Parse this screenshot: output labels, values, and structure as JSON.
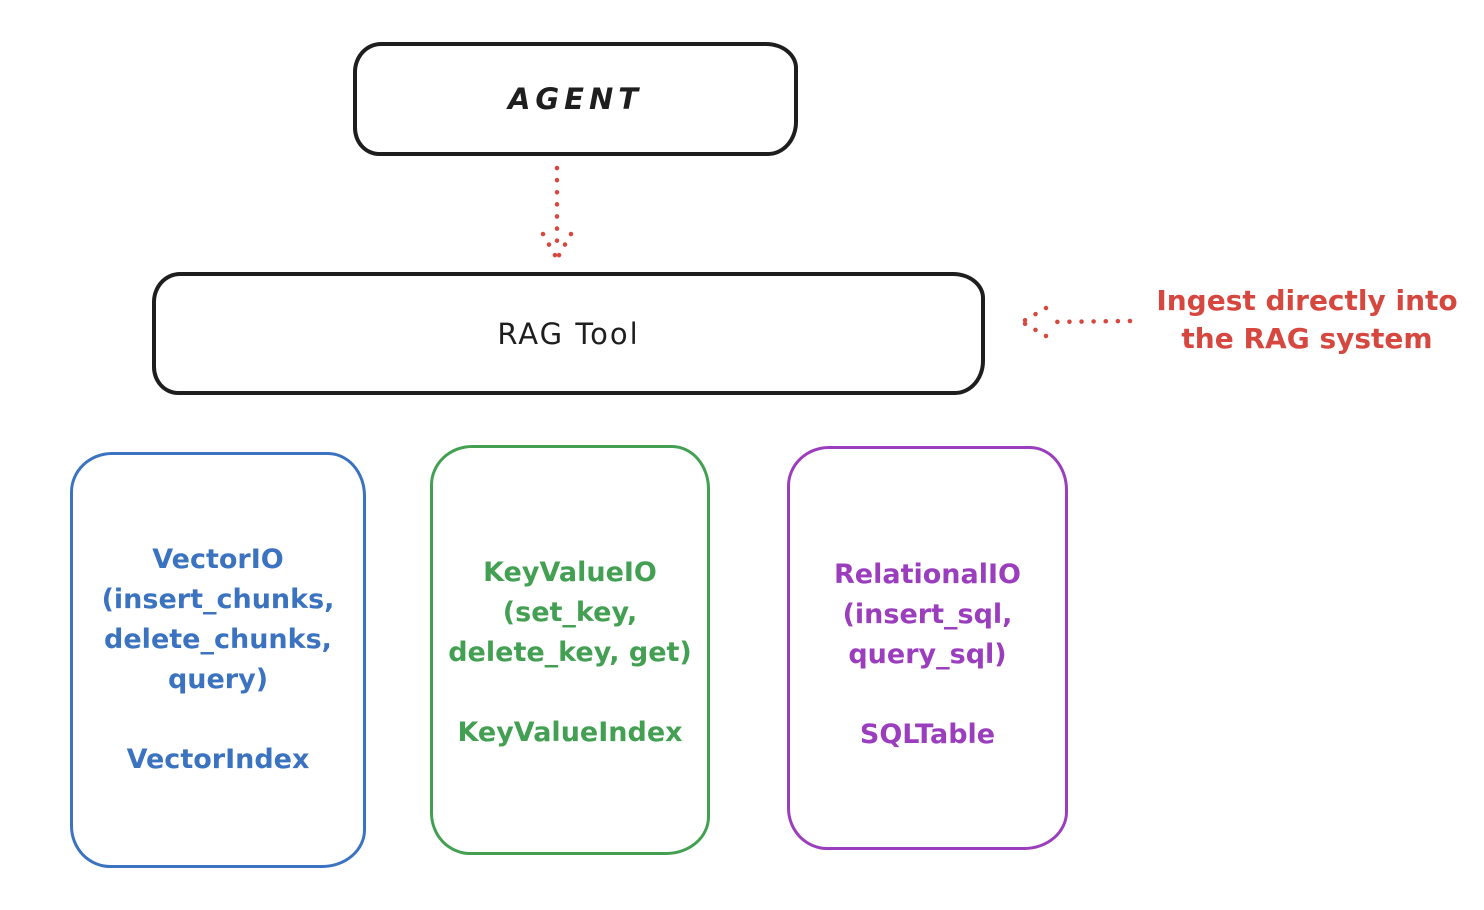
{
  "colors": {
    "ink": "#1e1e1e",
    "red": "#d6483f",
    "blue": "#3b73c0",
    "green": "#43a052",
    "purple": "#9b3ebd",
    "bg": "#ffffff"
  },
  "diagram": {
    "agent": {
      "label": "AGENT"
    },
    "rag_tool": {
      "label": "RAG Tool"
    },
    "annotation": {
      "line1": "Ingest directly into",
      "line2": "the RAG system"
    },
    "providers": {
      "vector": {
        "line1": "VectorIO",
        "line2": "(insert_chunks,",
        "line3": "delete_chunks,",
        "line4": "query)",
        "footer": "VectorIndex"
      },
      "keyvalue": {
        "line1": "KeyValueIO",
        "line2": "(set_key,",
        "line3": "delete_key, get)",
        "footer": "KeyValueIndex"
      },
      "relational": {
        "line1": "RelationalIO",
        "line2": "(insert_sql,",
        "line3": "query_sql)",
        "footer": "SQLTable"
      }
    },
    "arrows": {
      "agent_to_rag": "dotted-red-down-arrow",
      "annotation_to_rag": "dotted-red-left-arrow"
    }
  }
}
